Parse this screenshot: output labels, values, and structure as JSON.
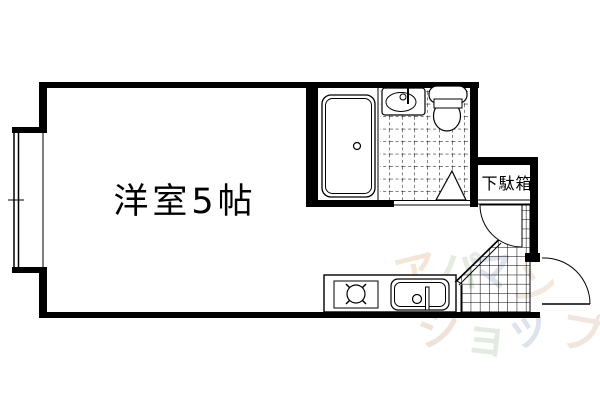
{
  "floorplan": {
    "background_color": "#ffffff",
    "line_color": "#000000",
    "room_label": "洋室5帖",
    "shoe_cabinet_label": "下駄箱",
    "fixture_icons": [
      "bathtub-icon",
      "wash-basin-icon",
      "toilet-icon",
      "bifold-bath-door-icon",
      "shoe-cabinet",
      "entry-swing-door-icon",
      "front-door-icon",
      "kitchen-stove-icon",
      "kitchen-sink-icon",
      "window-icon",
      "washroom-tile-floor",
      "entrance-tile-floor"
    ]
  },
  "watermark": {
    "text": "アパマンショップ",
    "opacity": 0.55,
    "letters": [
      {
        "char": "ア",
        "color": "#ecd3b4"
      },
      {
        "char": "パ",
        "color": "#cfdfc2"
      },
      {
        "char": "マ",
        "color": "#c2cfdf"
      },
      {
        "char": "ン",
        "color": "#e8d8c6"
      },
      {
        "char": "シ",
        "color": "#e2cdbb"
      },
      {
        "char": "ョ",
        "color": "#cbdcc6"
      },
      {
        "char": "ッ",
        "color": "#bfcfdd"
      },
      {
        "char": "プ",
        "color": "#e6d2c2"
      }
    ]
  }
}
